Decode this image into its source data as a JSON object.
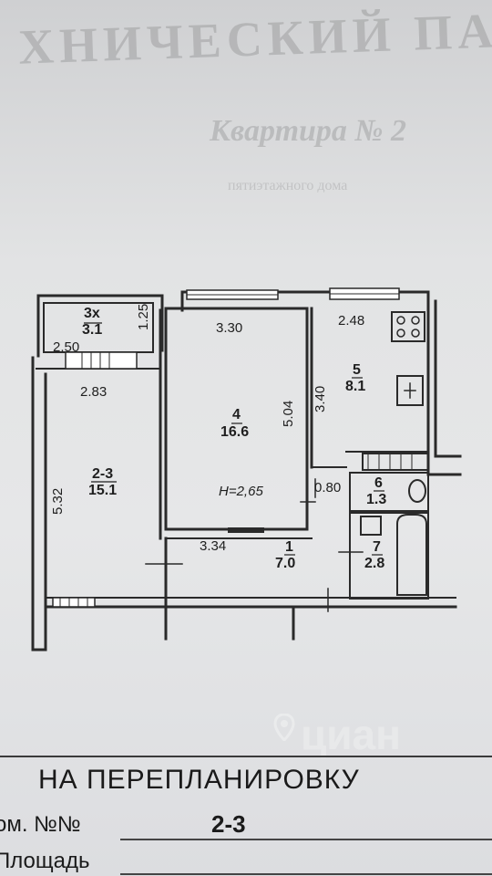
{
  "plan": {
    "dimensions": {
      "d_125": "1.25",
      "d_250": "2.50",
      "d_283": "2.83",
      "d_330": "3.30",
      "d_248": "2.48",
      "d_340": "3.40",
      "d_504": "5.04",
      "d_532": "5.32",
      "d_080": "0.80",
      "d_334": "3.34"
    },
    "height_label": "H=2,65",
    "rooms": [
      {
        "number": "3х",
        "area": "3.1"
      },
      {
        "number": "2-3",
        "area": "15.1"
      },
      {
        "number": "4",
        "area": "16.6"
      },
      {
        "number": "5",
        "area": "8.1"
      },
      {
        "number": "6",
        "area": "1.3"
      },
      {
        "number": "7",
        "area": "2.8"
      },
      {
        "number": "1",
        "area": "7.0"
      }
    ]
  },
  "form": {
    "title": "НА  ПЕРЕПЛАНИРОВКУ",
    "room_no_label": "ом. №№",
    "room_no_value": "2-3",
    "area_label": "Площадь"
  },
  "watermark": "циан"
}
